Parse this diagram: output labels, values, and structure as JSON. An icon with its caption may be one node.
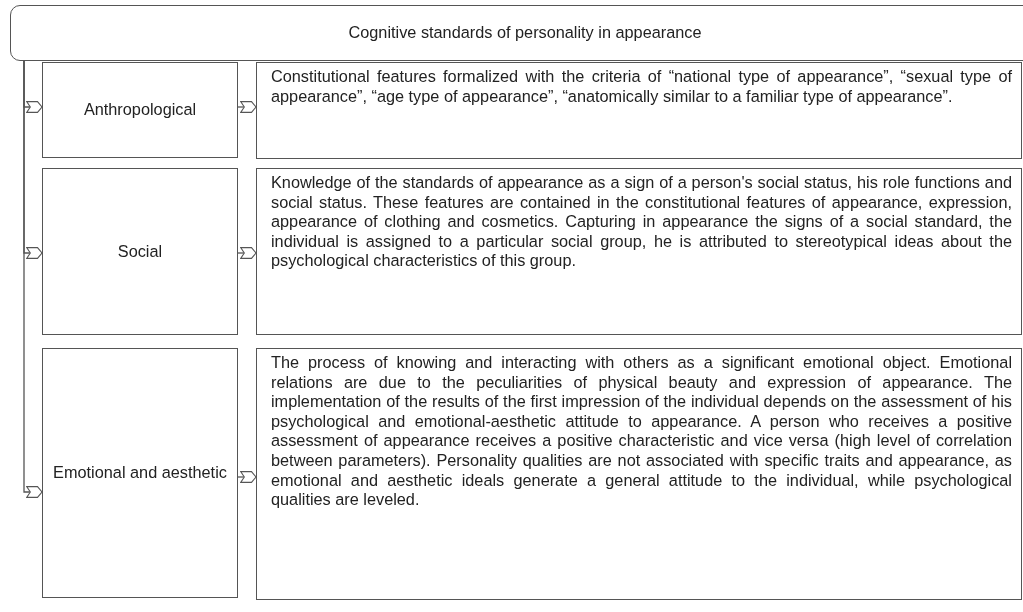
{
  "diagram": {
    "nodes": [
      {
        "text": [
          "Cognitive standards of personality in appearance"
        ]
      },
      {
        "text": [
          "Anthropological"
        ]
      },
      {
        "text": [
          "Constitutional features formalized with the criteria of “national type of appearance”, “sexual type of appearance”, “age type of appearance”, “anatomically similar to a familiar type of appearance”."
        ]
      },
      {
        "text": [
          "Social"
        ]
      },
      {
        "text": [
          "Knowledge of the standards of appearance as a sign of a person's social status, his role functions and social status. These features are contained in the constitutional features of appearance, expression, appearance of clothing and cosmetics. Capturing in appearance the signs of a social standard, the individual is assigned to a particular social group, he is attributed to stereotypical ideas about the psychological characteristics of this group."
        ]
      },
      {
        "text": [
          "Emotional and aesthetic"
        ]
      },
      {
        "text": [
          "The process of knowing and interacting with others as a significant emotional object. Emotional relations are due to the peculiarities of physical beauty and expression of appearance. The implementation of the results of the first impression of the individual depends on the assessment of his psychological and emotional-aesthetic attitude to appearance. A person who receives a positive assessment of appearance receives a positive characteristic and vice versa (high level of correlation between parameters). Personality qualities are not associated with specific traits and appearance, as emotional and aesthetic ideals generate a general attitude to the individual, while psychological qualities are leveled."
        ]
      }
    ],
    "edges": [
      {
        "from": 0,
        "to": 1,
        "arrow": "to"
      },
      {
        "from": 0,
        "to": 3,
        "arrow": "to"
      },
      {
        "from": 0,
        "to": 5,
        "arrow": "to"
      },
      {
        "from": 1,
        "to": 2,
        "arrow": "to"
      },
      {
        "from": 3,
        "to": 4,
        "arrow": "to"
      },
      {
        "from": 5,
        "to": 6,
        "arrow": "to"
      }
    ]
  }
}
